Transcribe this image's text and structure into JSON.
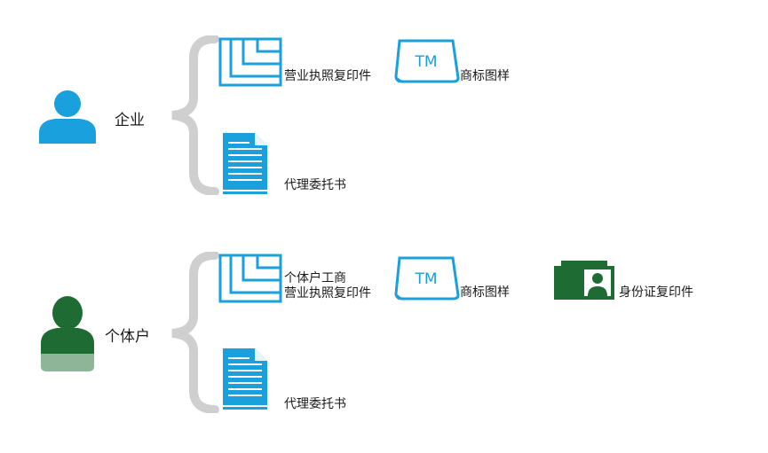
{
  "enterprise": {
    "label": "企业",
    "docs": {
      "license": "营业执照复印件",
      "trademark": "商标图样",
      "proxy": "代理委托书"
    }
  },
  "individual": {
    "label": "个体户",
    "docs": {
      "license_line1": "个体户工商",
      "license_line2": "营业执照复印件",
      "trademark": "商标图样",
      "id_card": "身份证复印件",
      "proxy": "代理委托书"
    }
  },
  "tm_mark": "TM",
  "colors": {
    "blue": "#1aa0dc",
    "green": "#1f6b34",
    "brace": "#cfcfcf"
  }
}
